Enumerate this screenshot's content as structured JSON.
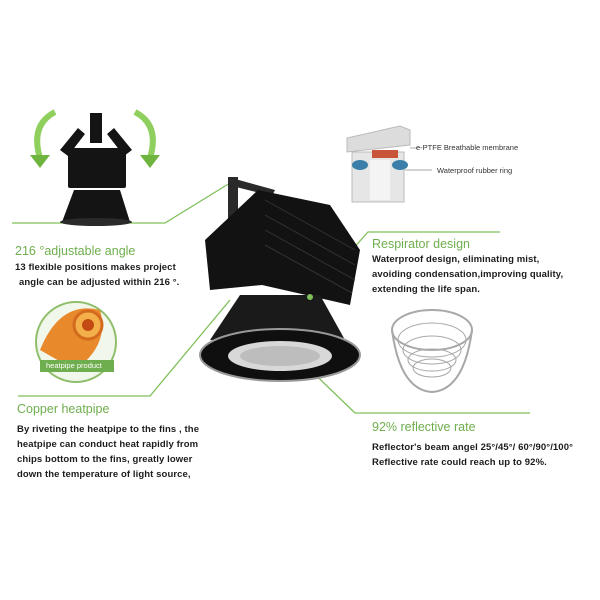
{
  "features": {
    "angle": {
      "title": "216 °adjustable angle",
      "lines": [
        "13 flexible positions makes project",
        "angle can be adjusted within 216 °."
      ]
    },
    "heatpipe": {
      "badge": "heatpipe product",
      "title": "Copper heatpipe",
      "lines": [
        "By riveting the heatpipe to the fins , the",
        "heatpipe can conduct  heat rapidly from",
        "chips bottom to the fins, greatly  lower",
        "down the  temperature of light source,"
      ]
    },
    "respirator": {
      "title": "Respirator  design",
      "lines": [
        "Waterproof  design, eliminating mist,",
        "avoiding condensation,improving quality,",
        "extending the life span."
      ],
      "callouts": [
        "e-PTFE Breathable membrane",
        "Waterproof rubber ring"
      ]
    },
    "reflective": {
      "title": "92% reflective rate",
      "lines": [
        "Reflector's beam angel  25°/45°/ 60°/90°/100°",
        "Reflective rate could reach up to 92%."
      ]
    }
  },
  "colors": {
    "accent_green": "#6fae4e",
    "line_green": "#7fbf5a",
    "body_text": "#1c1c1c"
  }
}
